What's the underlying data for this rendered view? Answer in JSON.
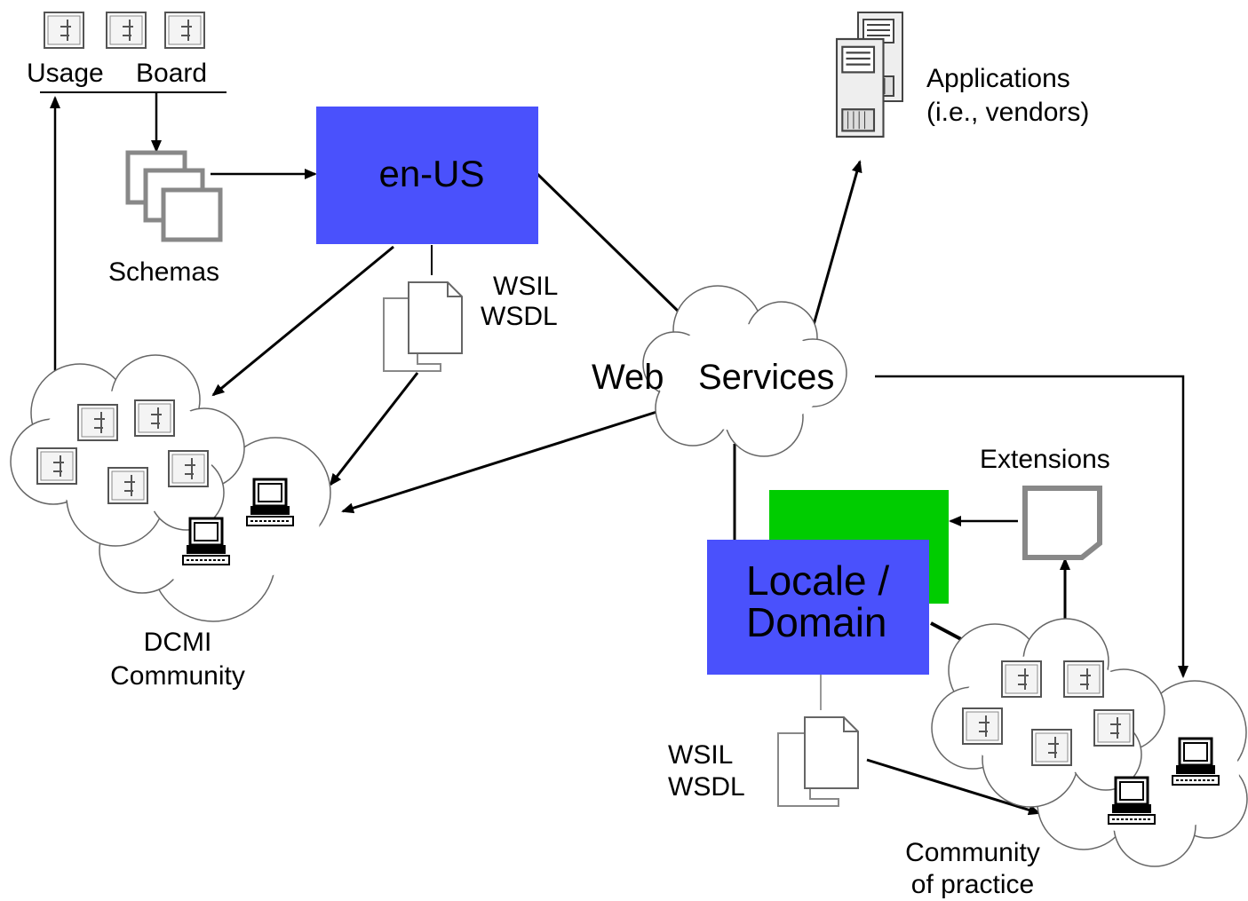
{
  "colors": {
    "primary_box": "#4a51fc",
    "extension_box": "#00cc00",
    "line": "#000000",
    "cloud_stroke": "#666666",
    "icon_stroke": "#555555"
  },
  "nodes": {
    "usage_board": {
      "label_left": "Usage",
      "label_right": "Board",
      "icon": "person-icon"
    },
    "schemas": {
      "label": "Schemas",
      "icon": "document-stack-icon"
    },
    "en_us": {
      "label": "en-US"
    },
    "wsil_top": {
      "line1": "WSIL",
      "line2": "WSDL",
      "icon": "document-icon"
    },
    "applications": {
      "line1": "Applications",
      "line2": "(i.e., vendors)",
      "icon": "server-icon"
    },
    "web_services": {
      "label_left": "Web",
      "label_right": "Services",
      "icon": "cloud-icon"
    },
    "dcmi_community": {
      "line1": "DCMI",
      "line2": "Community",
      "icon": "cloud-icon"
    },
    "extensions": {
      "label": "Extensions",
      "icon": "document-icon"
    },
    "locale_domain": {
      "line1": "Locale /",
      "line2": "Domain"
    },
    "wsil_bottom": {
      "line1": "WSIL",
      "line2": "WSDL",
      "icon": "document-icon"
    },
    "community_of_practice": {
      "line1": "Community",
      "line2": "of practice",
      "icon": "cloud-icon"
    }
  }
}
